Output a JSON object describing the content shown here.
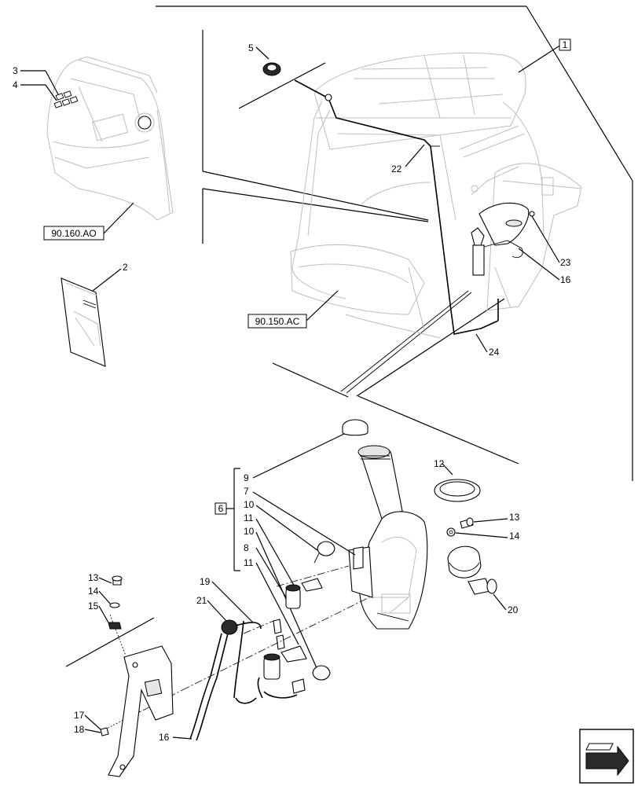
{
  "callouts": {
    "c1": "1",
    "c2": "2",
    "c3": "3",
    "c4": "4",
    "c5": "5",
    "c6": "6",
    "c7": "7",
    "c8": "8",
    "c9": "9",
    "c10a": "10",
    "c10b": "10",
    "c11a": "11",
    "c11b": "11",
    "c12": "12",
    "c13a": "13",
    "c13b": "13",
    "c14a": "14",
    "c14b": "14",
    "c15": "15",
    "c16a": "16",
    "c16b": "16",
    "c17": "17",
    "c18": "18",
    "c19": "19",
    "c20": "20",
    "c21": "21",
    "c22": "22",
    "c23": "23",
    "c24": "24"
  },
  "references": {
    "ref_console": "90.160.AO",
    "ref_seat": "90.150.AC"
  }
}
